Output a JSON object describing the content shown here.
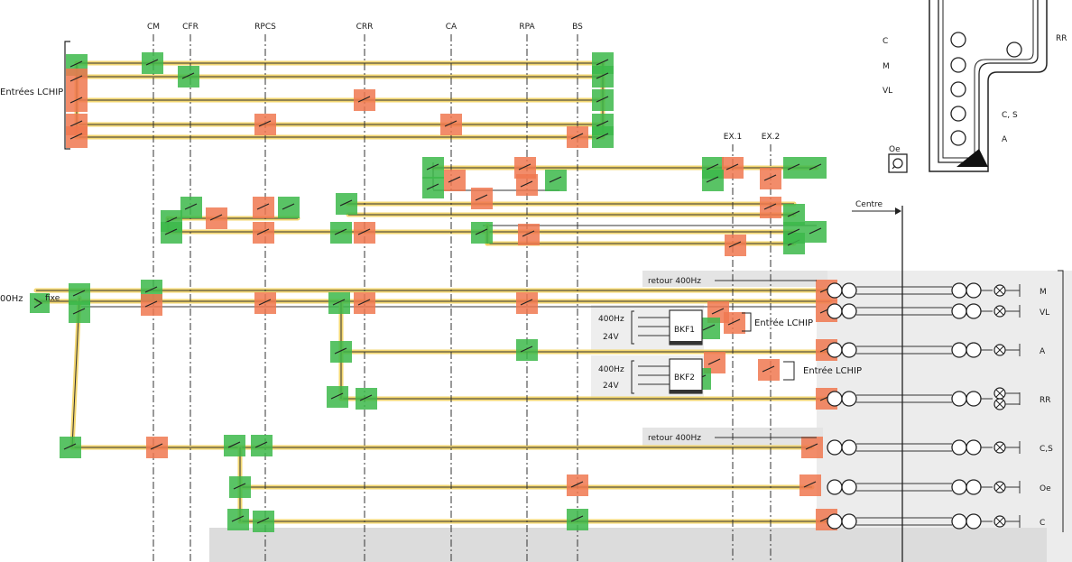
{
  "column_labels": [
    "CM",
    "CFR",
    "RPCS",
    "CRR",
    "CA",
    "RPA",
    "BS",
    "EX.1",
    "EX.2"
  ],
  "inputs_label": "Entrées LCHIP",
  "left_input": {
    "freq": "00Hz",
    "fixe": "fixe"
  },
  "centre_label": "Centre",
  "retour_label": "retour 400Hz",
  "bkf_units": [
    {
      "name": "BKF1",
      "top_input": "400Hz",
      "bottom_input": "24V",
      "output": "Entrée LCHIP"
    },
    {
      "name": "BKF2",
      "top_input": "400Hz",
      "bottom_input": "24V",
      "output": "Entrée LCHIP"
    }
  ],
  "lamp_rows": [
    "M",
    "VL",
    "A",
    "RR",
    "C,S",
    "Oe",
    "C"
  ],
  "panel": {
    "left_labels": [
      "C",
      "M",
      "VL"
    ],
    "right_labels": [
      "C, S",
      "A"
    ],
    "top_right": "RR",
    "oe_label": "Oe"
  },
  "colors": {
    "active_line": "#f2d15a",
    "closed_contact": "#3cb84a",
    "open_contact": "#f07850"
  }
}
